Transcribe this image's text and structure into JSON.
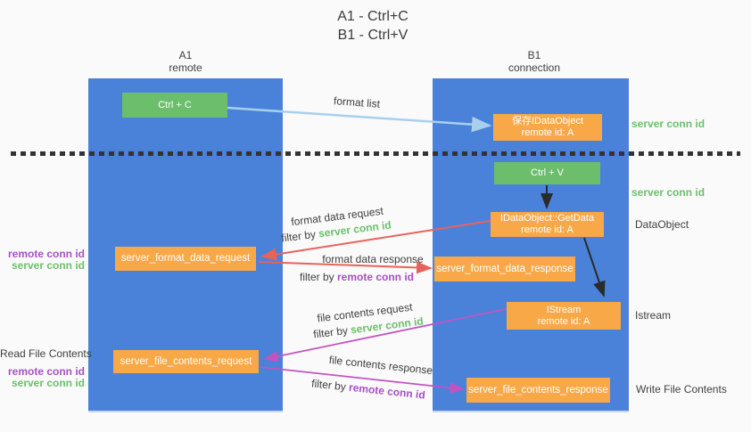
{
  "title": {
    "line1": "A1 - Ctrl+C",
    "line2": "B1 - Ctrl+V"
  },
  "columns": {
    "left": {
      "name": "A1",
      "subtitle": "remote"
    },
    "right": {
      "name": "B1",
      "subtitle": "connection"
    }
  },
  "nodes": {
    "ctrl_c": "Ctrl + C",
    "ctrl_v": "Ctrl + V",
    "save_dataobject": {
      "line1": "保存IDataObject",
      "line2": "remote id: A"
    },
    "getdata": {
      "line1": "IDataObject::GetData",
      "line2": "remote id: A"
    },
    "istream": {
      "line1": "IStream",
      "line2": "remote id: A"
    },
    "format_request": "server_format_data_request",
    "format_response": "server_format_data_response",
    "file_request": "server_file_contents_request",
    "file_response": "server_file_contents_response"
  },
  "edge_labels": {
    "format_list": "format list",
    "format_data_request": "format data request",
    "format_data_response": "format data response",
    "file_contents_request": "file contents request",
    "file_contents_response": "file contents response",
    "filter_by": "filter by ",
    "server_conn_id": "server conn id",
    "remote_conn_id": "remote conn id"
  },
  "side_labels": {
    "left_remote_conn_id": "remote conn id",
    "left_server_conn_id": "server conn id",
    "read_file_contents": "Read File Contents",
    "right_server_conn_id_top": "server conn id",
    "right_server_conn_id_mid": "server conn id",
    "dataobject": "DataObject",
    "istream": "Istream",
    "write_file_contents": "Write File Contents"
  },
  "colors": {
    "column-blue": "#4a82d9",
    "box-green": "#6cbe6d",
    "box-orange": "#f9a848",
    "arrow-lightblue": "#a9cfee",
    "arrow-red": "#e8625c",
    "arrow-magenta": "#c254c2",
    "text-green": "#6cbf6c",
    "text-purple": "#a74fc3",
    "text-dark": "#3f3f3f"
  }
}
